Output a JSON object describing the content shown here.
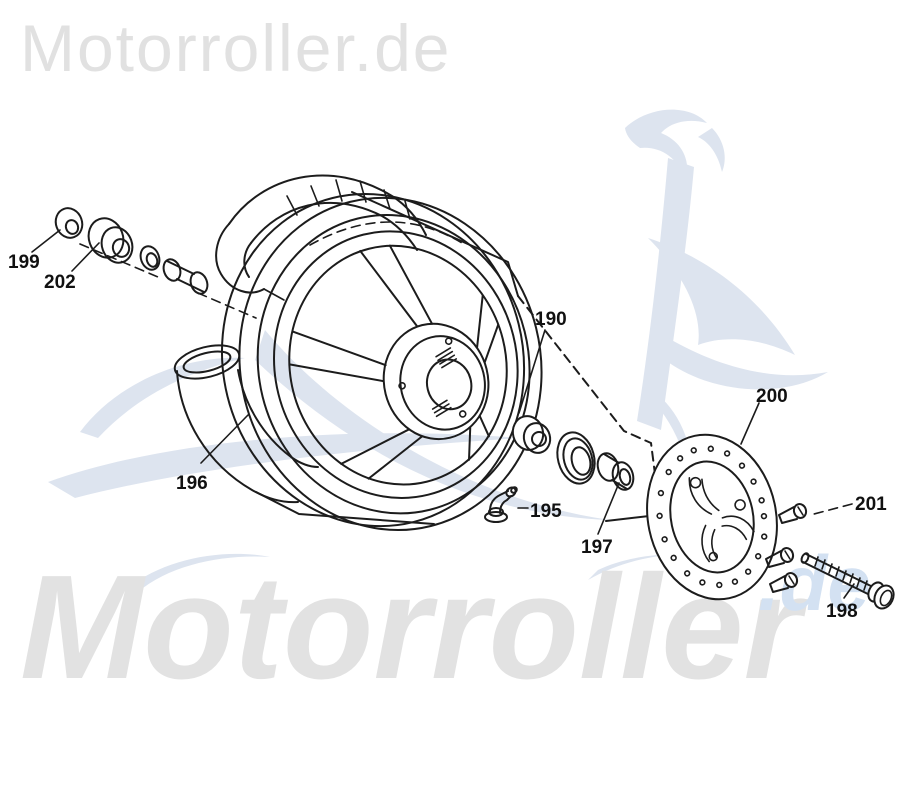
{
  "branding": {
    "logo_text": "Motorroller.de",
    "watermark_word": "Motorroller",
    "watermark_suffix": ".de"
  },
  "colors": {
    "background": "#ffffff",
    "diagram_line": "#1c1c1c",
    "label_text": "#111111",
    "logo_gray": "#e1e1e1",
    "watermark_gray": "#e2e2e2",
    "watermark_blue": "#dde4ef",
    "watermark_blue_text": "#d3e1f2"
  },
  "diagram": {
    "part_labels": {
      "p190": "190",
      "p195": "195",
      "p196": "196",
      "p197": "197",
      "p198": "198",
      "p199": "199",
      "p200": "200",
      "p201": "201",
      "p202": "202"
    }
  }
}
